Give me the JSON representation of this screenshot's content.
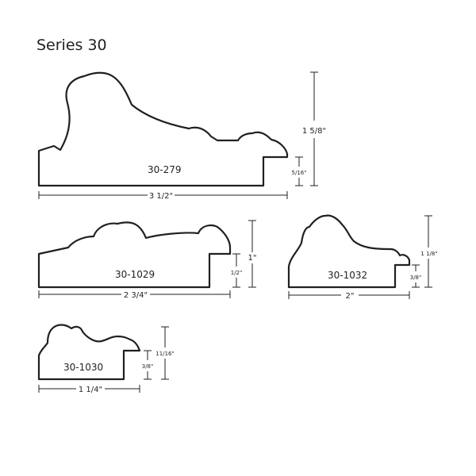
{
  "title": "Series 30",
  "colors": {
    "ink": "#231f20",
    "background": "#ffffff"
  },
  "profiles": [
    {
      "code": "30-279",
      "width": "3 1/2\"",
      "height": "1 5/8\"",
      "rabbet": "5/16\""
    },
    {
      "code": "30-1029",
      "width": "2 3/4\"",
      "height": "1\"",
      "rabbet": "1/2\""
    },
    {
      "code": "30-1032",
      "width": "2\"",
      "height": "1 1/8\"",
      "rabbet": "3/8\""
    },
    {
      "code": "30-1030",
      "width": "1 1/4\"",
      "height": "11/16\"",
      "rabbet": "3/8\""
    }
  ]
}
